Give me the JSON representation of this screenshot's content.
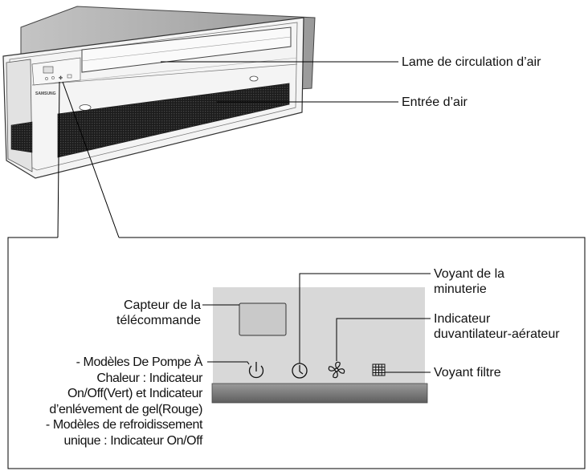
{
  "labels": {
    "air_blade": "Lame de circulation d’air",
    "air_inlet": "Entrée d’air",
    "timer_indicator": [
      "Voyant de la",
      "minuterie"
    ],
    "remote_sensor": [
      "Capteur de la",
      "télécommande"
    ],
    "fan_indicator": [
      "Indicateur",
      "duvantilateur-aérateur"
    ],
    "filter_indicator": "Voyant filtre",
    "onoff_note": [
      "- Modèles De Pompe À",
      "Chaleur : Indicateur",
      "On/Off(Vert) et Indicateur",
      "d’enlévement de gel(Rouge)",
      "- Modèles de refroidissement",
      "unique : Indicateur On/Off"
    ]
  },
  "unit": {
    "brand": "SAMSUNG"
  },
  "icons": [
    "power-icon",
    "timer-icon",
    "fan-icon",
    "filter-icon"
  ],
  "colors": {
    "panel_gray": "#d8d8d8",
    "bar_gray": "#7a7a7a",
    "grille": "#2a2a2a",
    "line": "#000000"
  }
}
